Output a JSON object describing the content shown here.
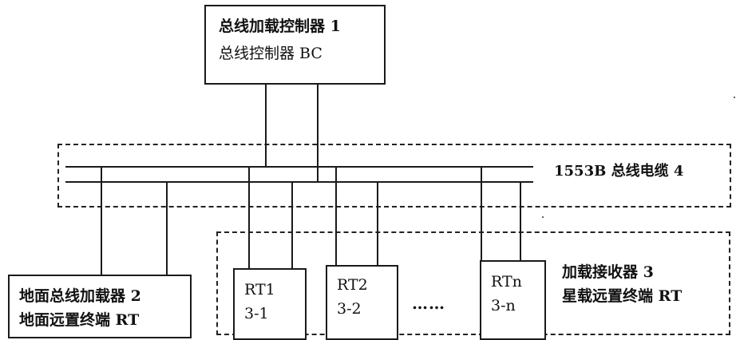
{
  "bus_controller": {
    "line1": "总线加载控制器 1",
    "line2": "总线控制器 BC"
  },
  "bus_cable": {
    "label": "1553B 总线电缆 4"
  },
  "ground_loader": {
    "line1": "地面总线加载器 2",
    "line2": "地面远置终端 RT"
  },
  "rt_units": [
    {
      "name": "RT1",
      "id": "3-1"
    },
    {
      "name": "RT2",
      "id": "3-2"
    },
    {
      "name": "RTn",
      "id": "3-n"
    }
  ],
  "ellipsis": "……",
  "receiver": {
    "line1": "加载接收器 3",
    "line2": "星载远置终端 RT"
  }
}
